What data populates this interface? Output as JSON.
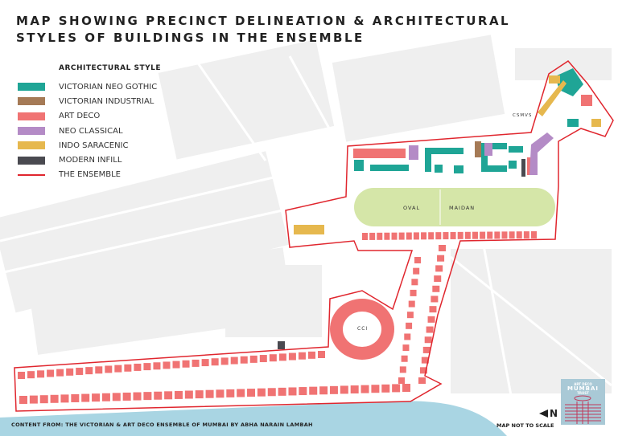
{
  "title": {
    "line1": "MAP SHOWING PRECINCT DELINEATION & ARCHITECTURAL",
    "line2": "STYLES OF BUILDINGS IN THE ENSEMBLE"
  },
  "legend": {
    "heading": "ARCHITECTURAL STYLE",
    "items": [
      {
        "label": "VICTORIAN NEO GOTHIC",
        "color": "#1fa596"
      },
      {
        "label": "VICTORIAN INDUSTRIAL",
        "color": "#a57a56"
      },
      {
        "label": "ART DECO",
        "color": "#f07373"
      },
      {
        "label": "NEO CLASSICAL",
        "color": "#b48bc6"
      },
      {
        "label": "INDO SARACENIC",
        "color": "#e6b84e"
      },
      {
        "label": "MODERN INFILL",
        "color": "#4a4a50"
      },
      {
        "label": "THE ENSEMBLE",
        "color": "#e0262e"
      }
    ]
  },
  "map_labels": {
    "oval_left": "OVAL",
    "oval_right": "MAIDAN",
    "csmvs": "CSMVS",
    "cci": "CCI"
  },
  "footer": {
    "credit": "CONTENT FROM: THE VICTORIAN & ART DECO ENSEMBLE OF MUMBAI BY ABHA NARAIN LAMBAH",
    "scale_note": "MAP NOT TO SCALE",
    "north": "N"
  },
  "logo": {
    "line1": "ART DECO",
    "line2": "MUMBAI",
    "line3": "TRUST"
  },
  "colors": {
    "water": "#a9d5e3",
    "maidan": "#d5e6a8",
    "blocks": "#ececec"
  }
}
